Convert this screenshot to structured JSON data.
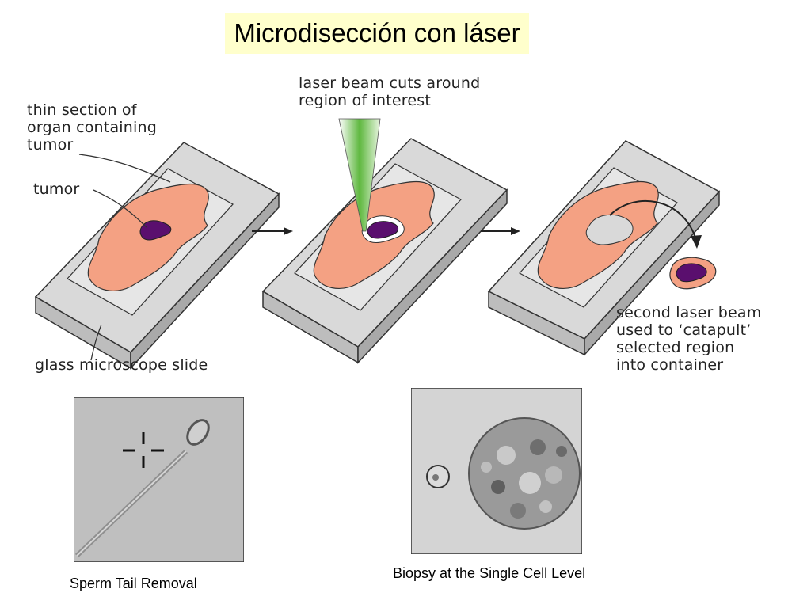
{
  "title": "Microdisección con láser",
  "labels": {
    "thin_section": "thin section of\norgan containing\ntumor",
    "tumor": "tumor",
    "glass_slide": "glass microscope slide",
    "laser_cut": "laser beam cuts around\nregion of interest",
    "second_laser": "second laser beam\nused to ‘catapult’\nselected region\ninto container"
  },
  "captions": {
    "sperm": "Sperm Tail Removal",
    "biopsy": "Biopsy at the Single Cell Level"
  },
  "colors": {
    "title_bg": "#ffffcc",
    "slide": "#d6d6d6",
    "tissue": "#f4a183",
    "tumor": "#5a0f6e",
    "laser": "#6cc04a"
  }
}
